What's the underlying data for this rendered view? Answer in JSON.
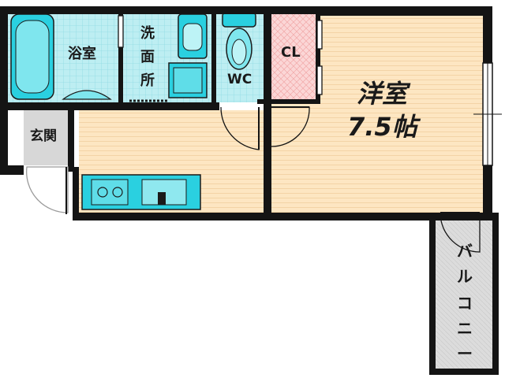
{
  "rooms": {
    "bath": "浴室",
    "washroom": [
      "洗",
      "面",
      "所"
    ],
    "wc": "WC",
    "closet": "CL",
    "entrance": "玄関",
    "western_room_name": "洋室",
    "western_room_size": "7.5帖",
    "balcony": [
      "バ",
      "ル",
      "コ",
      "ニ",
      "ー"
    ]
  },
  "colors": {
    "wall": "#141414",
    "floor_wood": "#fde6c2",
    "tile_water": "#bdeef2",
    "closet": "#fbd6d6",
    "entrance": "#d7d7d7",
    "balcony": "#dcdcdc",
    "fixture": "#2ad0e0"
  }
}
